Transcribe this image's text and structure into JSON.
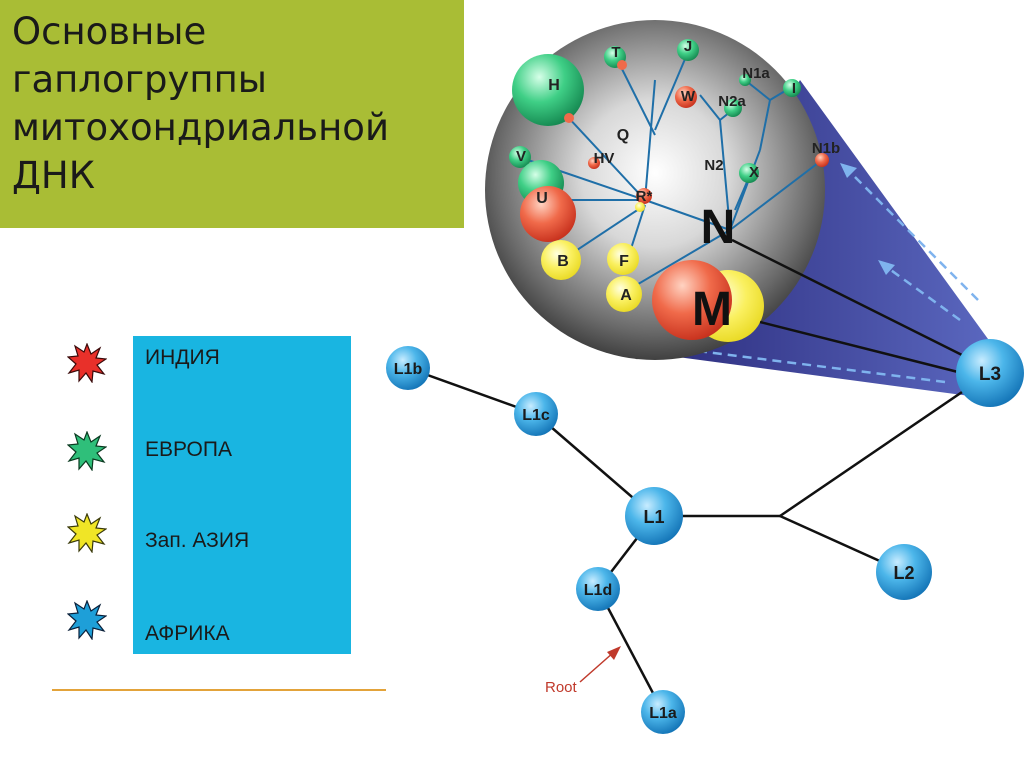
{
  "title": "Основные\nгаплогруппы\nмитохондриальной\nДНК",
  "legend": [
    {
      "label": "ИНДИЯ",
      "color": "#e8302a"
    },
    {
      "label": "ЕВРОПА",
      "color": "#2fbf7a"
    },
    {
      "label": "Зап. АЗИЯ",
      "color": "#f0e526"
    },
    {
      "label": "АФРИКА",
      "color": "#1e9fd8"
    }
  ],
  "tree_nodes": {
    "L1b": "L1b",
    "L1c": "L1c",
    "L1": "L1",
    "L1d": "L1d",
    "L1a": "L1a",
    "L2": "L2",
    "L3": "L3"
  },
  "root_label": "Root",
  "zoom_nodes": {
    "M": "M",
    "N": "N",
    "H": "H",
    "T": "T",
    "J": "J",
    "N1a": "N1a",
    "I": "I",
    "W": "W",
    "N2a": "N2a",
    "Q": "Q",
    "HV": "HV",
    "V": "V",
    "N2": "N2",
    "N1b": "N1b",
    "X": "X",
    "U": "U",
    "R": "R*",
    "B": "B",
    "F": "F",
    "A": "A"
  }
}
